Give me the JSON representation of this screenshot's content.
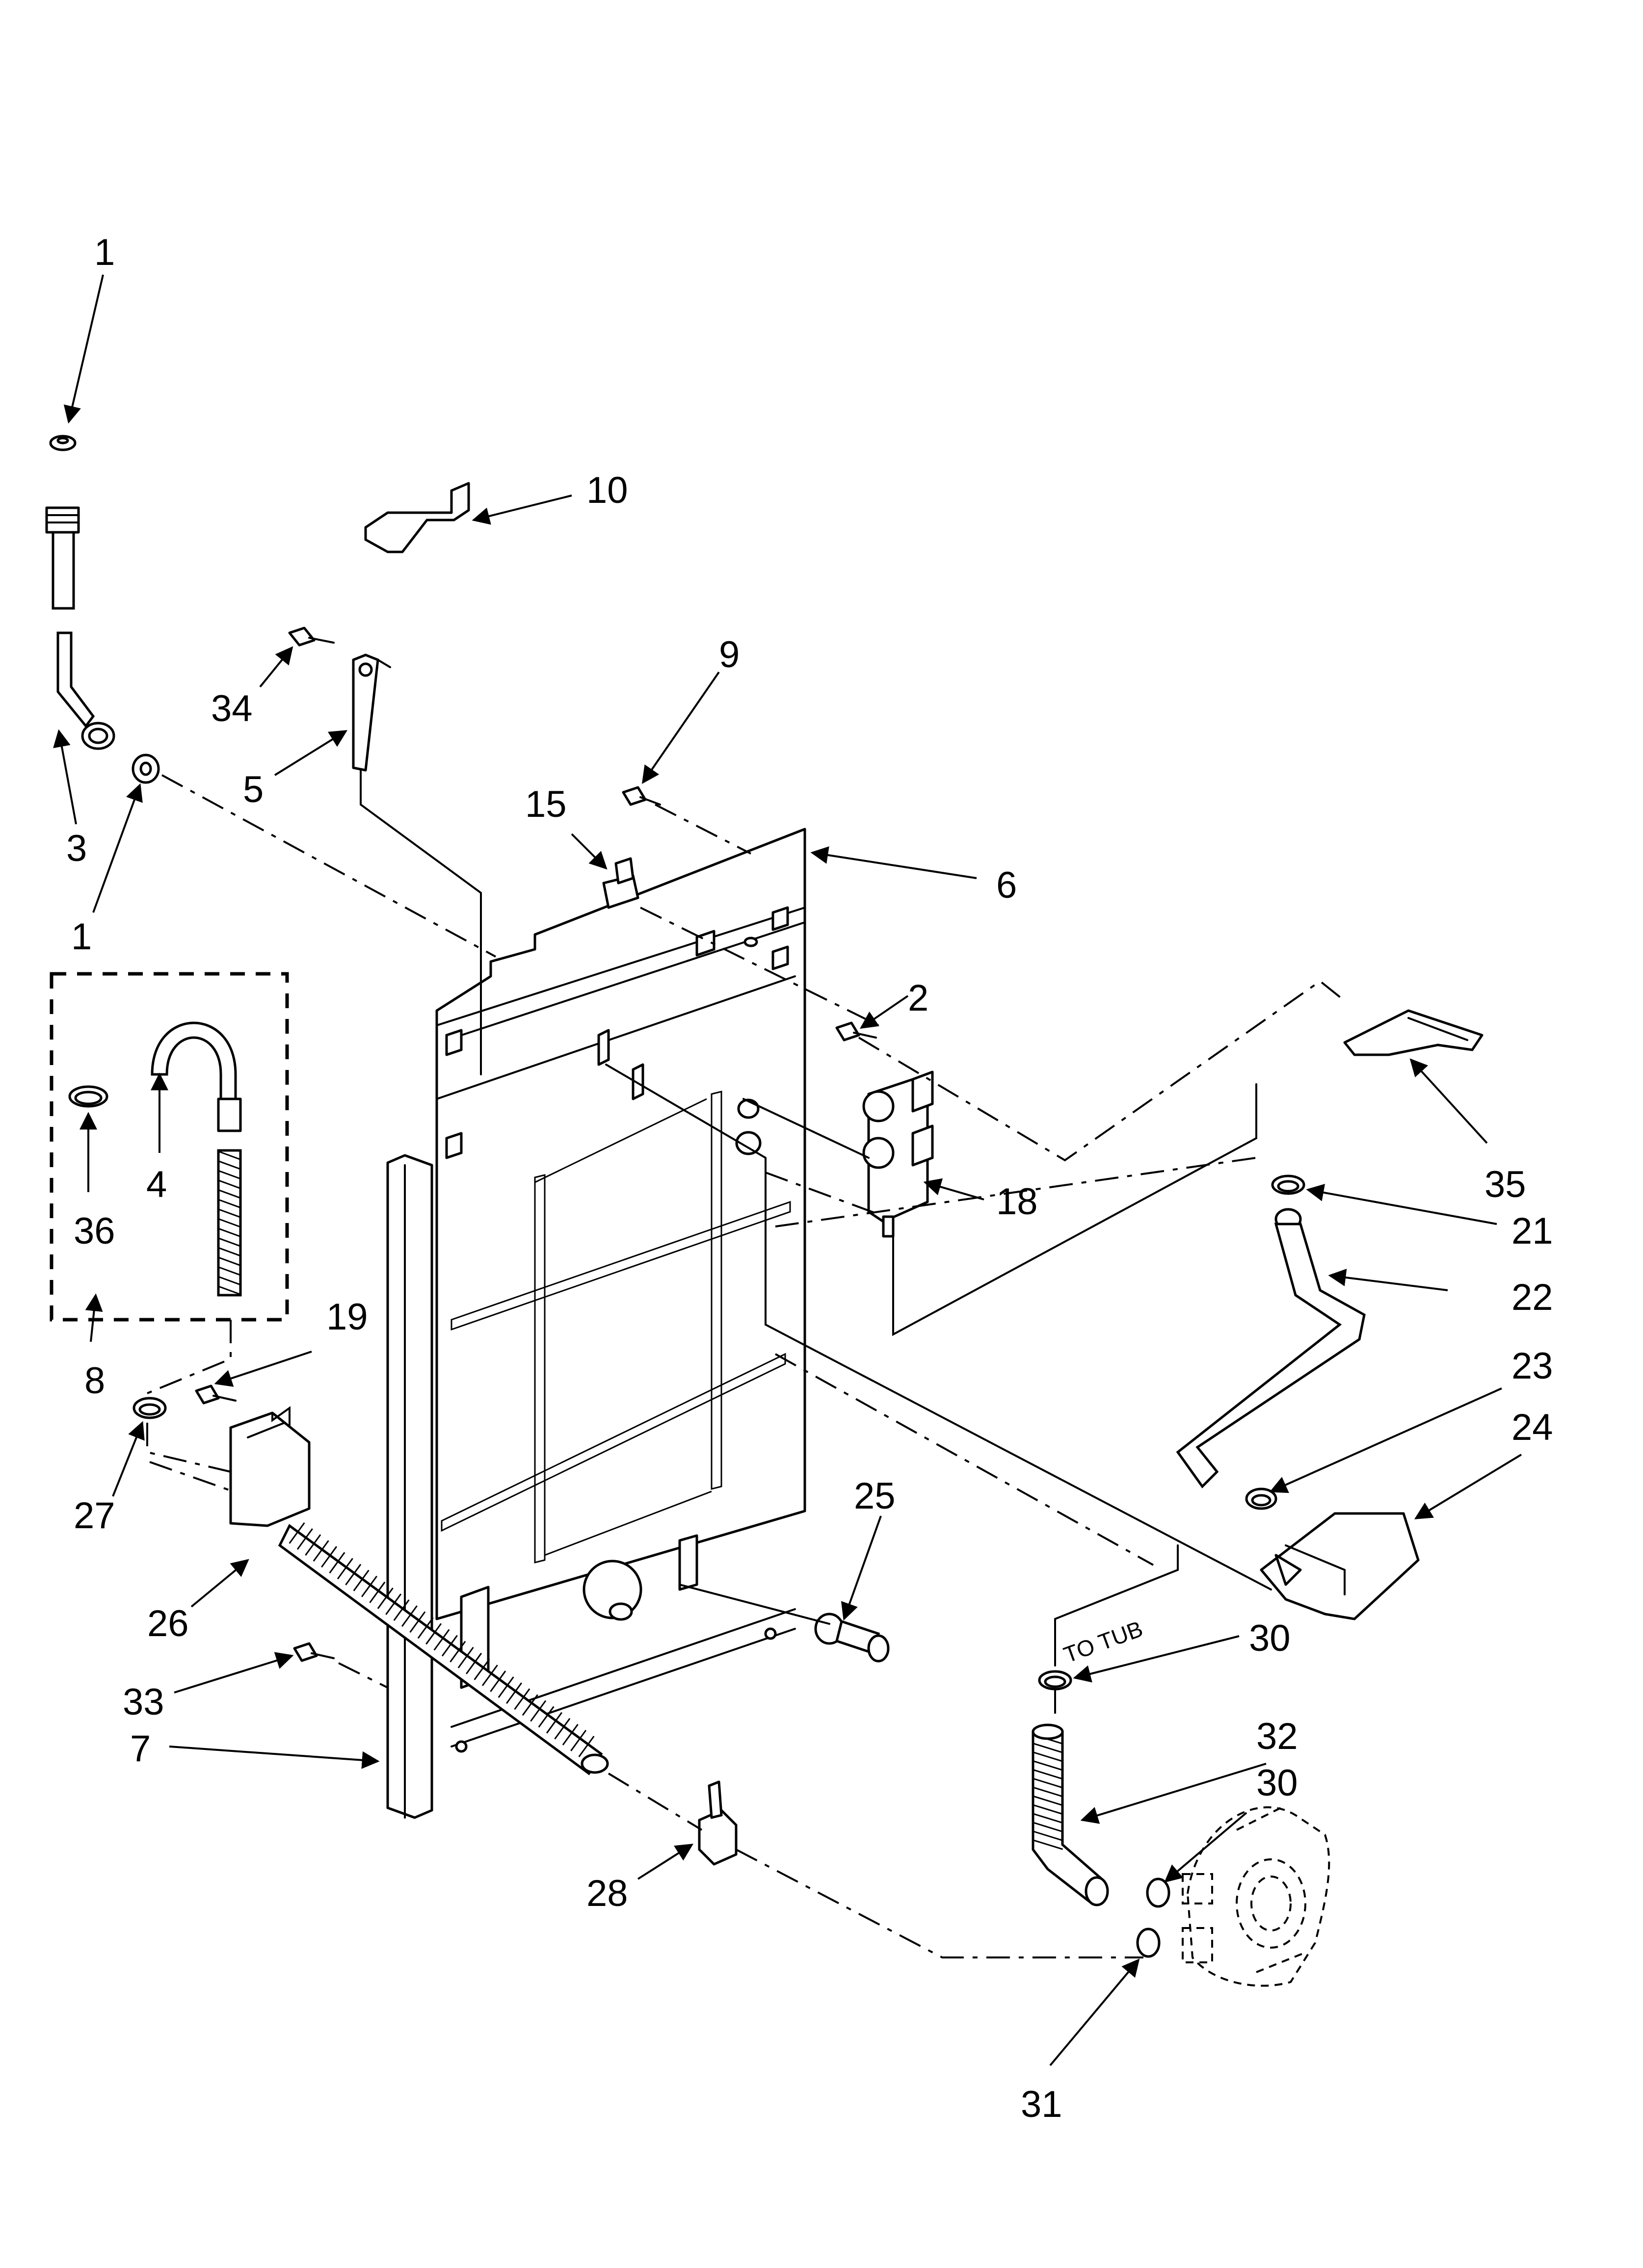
{
  "callouts": [
    {
      "id": "c1-top",
      "text": "1"
    },
    {
      "id": "c10",
      "text": "10"
    },
    {
      "id": "c34",
      "text": "34"
    },
    {
      "id": "c9",
      "text": "9"
    },
    {
      "id": "c5",
      "text": "5"
    },
    {
      "id": "c15",
      "text": "15"
    },
    {
      "id": "c3",
      "text": "3"
    },
    {
      "id": "c1-bottom",
      "text": "1"
    },
    {
      "id": "c6",
      "text": "6"
    },
    {
      "id": "c2",
      "text": "2"
    },
    {
      "id": "c35",
      "text": "35"
    },
    {
      "id": "c4",
      "text": "4"
    },
    {
      "id": "c36",
      "text": "36"
    },
    {
      "id": "c18",
      "text": "18"
    },
    {
      "id": "c21",
      "text": "21"
    },
    {
      "id": "c22",
      "text": "22"
    },
    {
      "id": "c19",
      "text": "19"
    },
    {
      "id": "c8",
      "text": "8"
    },
    {
      "id": "c23",
      "text": "23"
    },
    {
      "id": "c24",
      "text": "24"
    },
    {
      "id": "c27",
      "text": "27"
    },
    {
      "id": "c25",
      "text": "25"
    },
    {
      "id": "c26",
      "text": "26"
    },
    {
      "id": "c30-top",
      "text": "30"
    },
    {
      "id": "c33",
      "text": "33"
    },
    {
      "id": "c7",
      "text": "7"
    },
    {
      "id": "c32",
      "text": "32"
    },
    {
      "id": "c30-bottom",
      "text": "30"
    },
    {
      "id": "c28",
      "text": "28"
    },
    {
      "id": "c31",
      "text": "31"
    }
  ],
  "labels": {
    "to_tub": "TO TUB"
  }
}
